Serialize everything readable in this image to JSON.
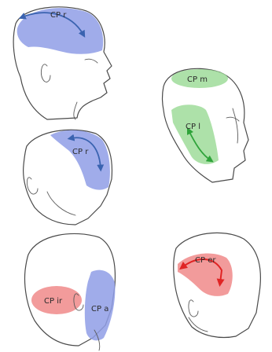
{
  "colors": {
    "blue": "#8f9ee6",
    "blue_arrow": "#3a63b0",
    "green": "#9fdc9a",
    "green_arrow": "#2fa33a",
    "red": "#f08a8a",
    "red_arrow": "#e02424"
  },
  "labels": {
    "panel1": "CP r",
    "panel2": "CP r",
    "panel3": "CP m",
    "panel3b": "CP l",
    "panel4a": "CP ir",
    "panel4b": "CP a",
    "panel5": "CP er"
  }
}
